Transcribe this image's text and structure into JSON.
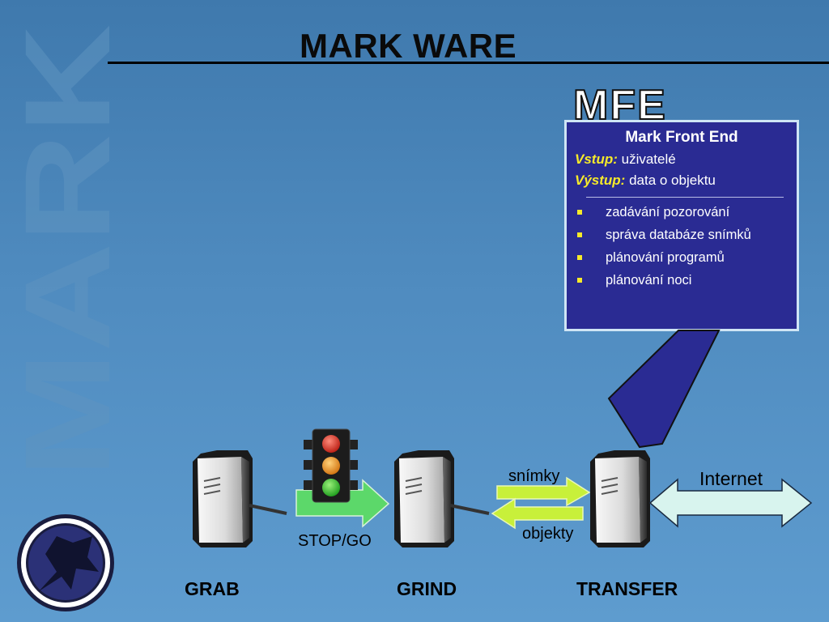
{
  "watermark": {
    "text": "MARK"
  },
  "title": "MARK WARE",
  "mfe": {
    "label": "MFE",
    "heading": "Mark Front End",
    "input_key": "Vstup:",
    "input_value": " uživatelé",
    "output_key": "Výstup:",
    "output_value": " data o objektu",
    "bullets": [
      "zadávání pozorování",
      "správa databáze snímků",
      "plánování programů",
      "plánování noci"
    ]
  },
  "labels": {
    "stopgo": "STOP/GO",
    "snimky": "snímky",
    "objekty": "objekty",
    "internet": "Internet"
  },
  "stages": {
    "grab": "GRAB",
    "grind": "GRIND",
    "transfer": "TRANSFER"
  },
  "colors": {
    "mfe_box": "#2a2b93",
    "highlight": "#f6ea2a",
    "green_arrow": "#5cd86a",
    "lime_arrow": "#c8f03a",
    "internet_arrow": "#d8f4ee"
  }
}
